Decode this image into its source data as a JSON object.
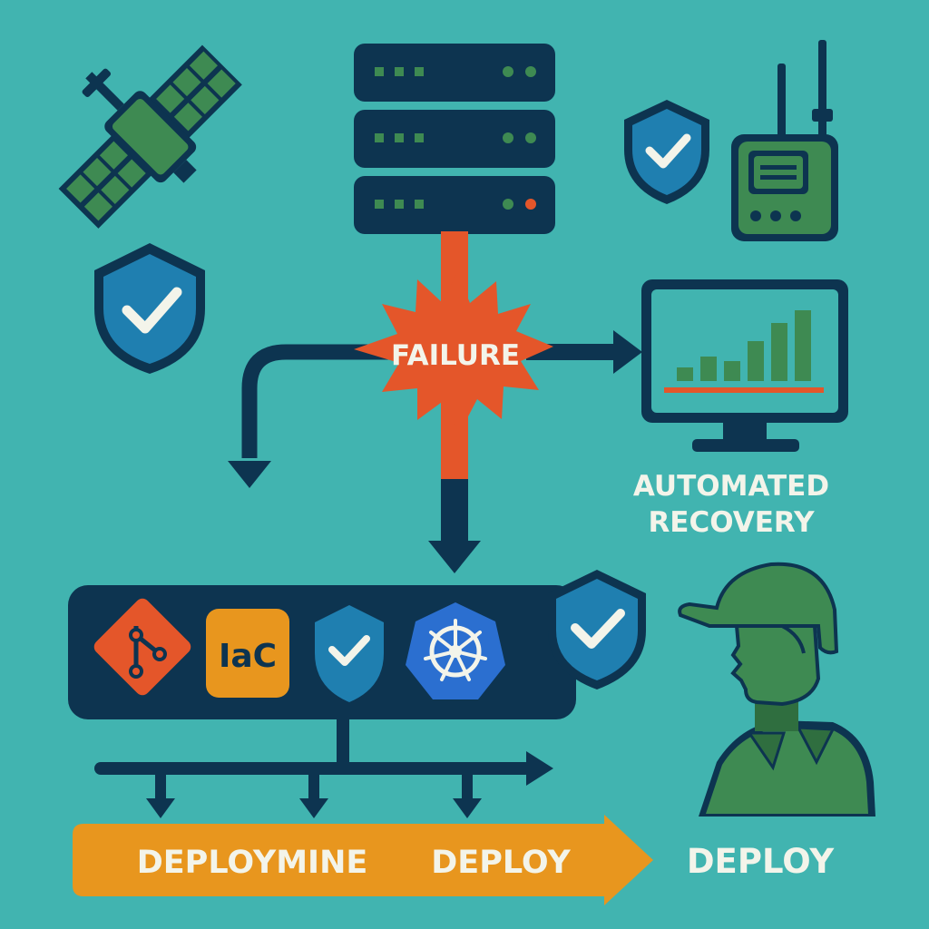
{
  "colors": {
    "background": "#41b4b0",
    "navy": "#0d3450",
    "green": "#3e8a52",
    "dark_green": "#2f6e3f",
    "orange_red": "#e4562a",
    "orange": "#e8961e",
    "shield_blue": "#1f7fb0",
    "k8s_blue": "#2b6fd0",
    "white": "#f3f4ea"
  },
  "failure": {
    "label": "FAILURE"
  },
  "monitor": {
    "caption_line1": "AUTOMATED",
    "caption_line2": "RECOVERY"
  },
  "pipeline": {
    "iac_label": "IaC"
  },
  "banner": {
    "text_1": "DEPLOYMINE",
    "text_2": "DEPLOY"
  },
  "soldier": {
    "caption": "DEPLOY"
  },
  "icons": [
    "satellite-icon",
    "server-rack-icon",
    "shield-check-icon",
    "radio-icon",
    "monitor-chart-icon",
    "git-icon",
    "kubernetes-icon",
    "soldier-icon"
  ]
}
